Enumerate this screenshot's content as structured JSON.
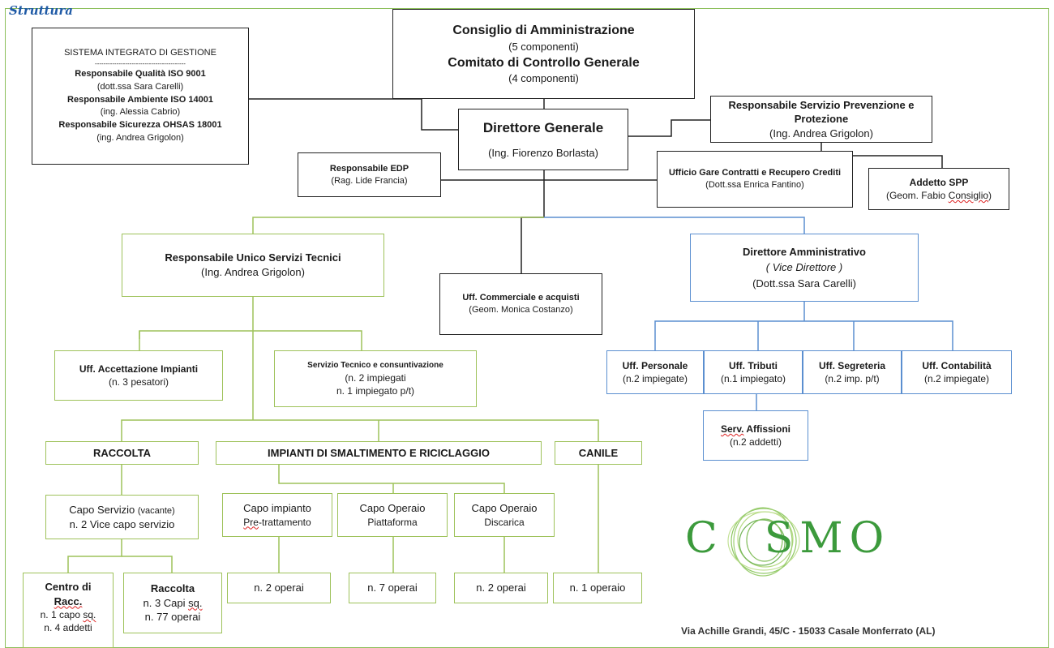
{
  "page_heading": "Struttura",
  "board": {
    "title": "Consiglio di Amministrazione",
    "title_note": "(5 componenti)",
    "committee": "Comitato  di Controllo Generale",
    "committee_note": "(4 componenti)"
  },
  "integrated_system": {
    "title": "SISTEMA INTEGRATO DI GESTIONE",
    "separator": "------------------------------------------",
    "roles": [
      {
        "title": "Responsabile Qualità ISO 9001",
        "person": "(dott.ssa Sara Carelli)"
      },
      {
        "title": "Responsabile Ambiente ISO 14001",
        "person": "(ing. Alessia Cabrio)"
      },
      {
        "title": "Responsabile Sicurezza OHSAS 18001",
        "person": "(ing. Andrea Grigolon)"
      }
    ]
  },
  "general_director": {
    "title": "Direttore Generale",
    "person": "(Ing. Fiorenzo Borlasta)"
  },
  "prevention": {
    "title": "Responsabile Servizio Prevenzione e Protezione",
    "person": "(Ing. Andrea Grigolon)"
  },
  "spp": {
    "title": "Addetto SPP",
    "person_prefix": "(Geom. Fabio ",
    "person_surname": "Consiglio",
    "person_suffix": ")"
  },
  "edp": {
    "title": "Responsabile EDP",
    "person": "(Rag. Lide Francia)"
  },
  "tenders": {
    "title": "Ufficio Gare Contratti e Recupero Crediti",
    "person": "(Dott.ssa Enrica Fantino)"
  },
  "technical": {
    "title": "Responsabile Unico Servizi Tecnici",
    "person": "(Ing. Andrea Grigolon)"
  },
  "commercial": {
    "title": "Uff. Commerciale e acquisti",
    "person": "(Geom. Monica Costanzo)"
  },
  "admin_director": {
    "title": "Direttore Amministrativo",
    "subtitle": "( Vice Direttore )",
    "person": "(Dott.ssa Sara Carelli)"
  },
  "admin_offices": [
    {
      "title": "Uff. Personale",
      "note": "(n.2 impiegate)"
    },
    {
      "title": "Uff. Tributi",
      "note": "(n.1 impiegato)"
    },
    {
      "title": "Uff. Segreteria",
      "note": "(n.2 imp. p/t)"
    },
    {
      "title": "Uff. Contabilità",
      "note": "(n.2 impiegate)"
    }
  ],
  "postings": {
    "title_abbr": "Serv.",
    "title_rest": " Affissioni",
    "note": "(n.2 addetti)"
  },
  "acceptance": {
    "title": "Uff. Accettazione Impianti",
    "note": "(n. 3 pesatori)"
  },
  "tech_service": {
    "title": "Servizio Tecnico e consuntivazione",
    "line1": "(n. 2 impiegati",
    "line2": "n. 1 impiegato p/t)"
  },
  "divisions": {
    "collection": "RACCOLTA",
    "plants": "IMPIANTI DI SMALTIMENTO E RICICLAGGIO",
    "kennel": "CANILE"
  },
  "collection_head": {
    "line1": "Capo Servizio",
    "line1_note": "(vacante)",
    "line2": "n. 2 Vice capo servizio"
  },
  "collection_center": {
    "title1": "Centro di",
    "title2": "Racc.",
    "line1_prefix": "n. 1 capo ",
    "line1_abbr": "sq.",
    "line2": "n. 4 addetti"
  },
  "collection_team": {
    "title": "Raccolta",
    "line1_prefix": "n. 3 Capi ",
    "line1_abbr": "sq.",
    "line2": "n. 77  operai"
  },
  "plant_heads": [
    {
      "title": "Capo impianto",
      "sub_prefix": "Pre",
      "sub_rest": "-trattamento"
    },
    {
      "title": "Capo Operaio",
      "sub_prefix": "",
      "sub_rest": "Piattaforma"
    },
    {
      "title": "Capo Operaio",
      "sub_prefix": "",
      "sub_rest": "Discarica"
    }
  ],
  "workers": [
    "n. 2 operai",
    "n. 7 operai",
    "n. 2 operai",
    "n. 1 operaio"
  ],
  "logo": {
    "text_left": "C",
    "text_right": "SMO"
  },
  "address": "Via Achille Grandi, 45/C - 15033 Casale Monferrato (AL)",
  "colors": {
    "green_line": "#9ec25a",
    "blue_line": "#5b8fd0",
    "logo_green": "#3c9a3c",
    "heading_blue": "#1f5aa6"
  }
}
